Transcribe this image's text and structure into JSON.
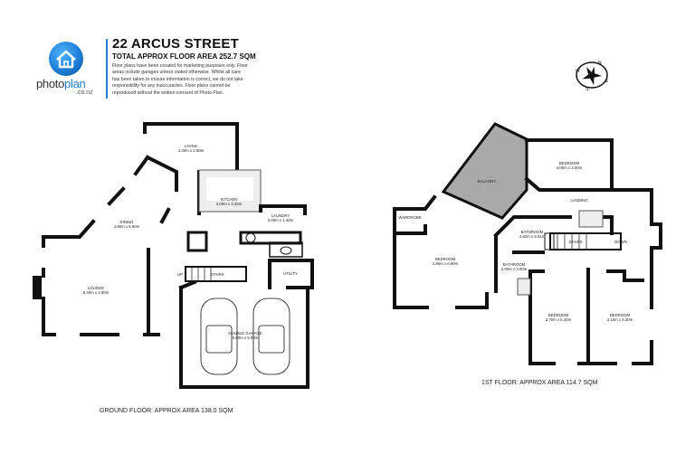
{
  "header": {
    "brand_name_part1": "photo",
    "brand_name_part2": "plan",
    "brand_domain": ".co.nz",
    "title": "22 ARCUS STREET",
    "subtitle": "TOTAL APPROX FLOOR AREA 252.7 SQM",
    "disclaimer": "Floor plans have been created for marketing purposes only. Floor areas include garages unless stated otherwise. Whilst all care has been taken to ensure information is correct, we do not take responsibility for any inaccuracies. Floor plans cannot be reproduced without the written consent of Photo Plan.",
    "brand_color": "#1d7fd6"
  },
  "compass": {
    "icon": "compass-rose-icon",
    "labels": {
      "n": "N",
      "s": "S",
      "e": "E",
      "w": "W"
    }
  },
  "ground_floor": {
    "caption": "GROUND FLOOR: APPROX AREA 138.0 SQM",
    "rooms": [
      {
        "name": "LIVING",
        "dims": "4.20m x 2.80m"
      },
      {
        "name": "DINING",
        "dims": "4.80m x 5.50m"
      },
      {
        "name": "KITCHEN",
        "dims": "3.00m x 3.30m"
      },
      {
        "name": "LAUNDRY",
        "dims": "2.00m x 1.40m"
      },
      {
        "name": "LOUNGE",
        "dims": "5.40m x 4.90m"
      },
      {
        "name": "UTILITY",
        "dims": ""
      },
      {
        "name": "DOUBLE GARAGE",
        "dims": "6.80m x 5.90m"
      }
    ],
    "stairs_label": "STAIRS",
    "up_label": "UP"
  },
  "first_floor": {
    "caption": "1ST FLOOR: APPROX AREA 114.7 SQM",
    "balcony_color": "#a9a9a9",
    "rooms": [
      {
        "name": "BALCONY",
        "dims": ""
      },
      {
        "name": "BEDROOM",
        "dims": "4.00m x 3.00m"
      },
      {
        "name": "LANDING",
        "dims": ""
      },
      {
        "name": "WARDROBE",
        "dims": ""
      },
      {
        "name": "BEDROOM",
        "dims": "4.80m x 6.80m"
      },
      {
        "name": "BATHROOM",
        "dims": "4.82m x 3.04m"
      },
      {
        "name": "BATHROOM",
        "dims": "2.00m x 3.00m"
      },
      {
        "name": "BEDROOM",
        "dims": "2.70m x 5.30m"
      },
      {
        "name": "BEDROOM",
        "dims": "3.10m x 5.30m"
      }
    ],
    "stairs_label": "STAIRS",
    "down_label": "DOWN"
  }
}
